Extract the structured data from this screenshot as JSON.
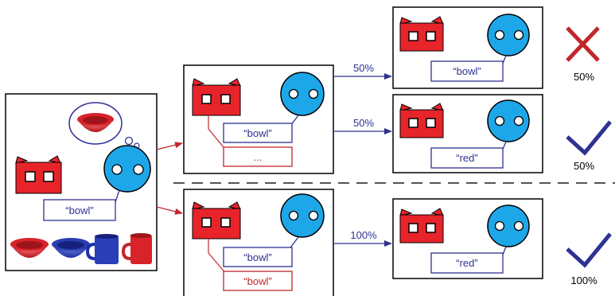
{
  "bubbles": {
    "left_listener": "“bowl”",
    "top_prob_listener": "“bowl”",
    "top_prob_dots": "...",
    "top_out1": "“bowl”",
    "top_out2": "“red”",
    "bottom_listener": "“bowl”",
    "bottom_speaker": "“bowl”",
    "bottom_out": "“red”"
  },
  "arrows": {
    "top_to_out1": "50%",
    "top_to_out2": "50%",
    "bottom_to_out": "100%"
  },
  "outcomes": {
    "top_wrong_pct": "50%",
    "top_right_pct": "50%",
    "bottom_right_pct": "100%"
  },
  "colors": {
    "red": "#e8242b",
    "blue": "#1ea7e8",
    "navy": "#2e3192",
    "dark_red": "#c1272d"
  },
  "objects": [
    "red-bowl",
    "blue-bowl",
    "blue-mug",
    "red-mug"
  ]
}
